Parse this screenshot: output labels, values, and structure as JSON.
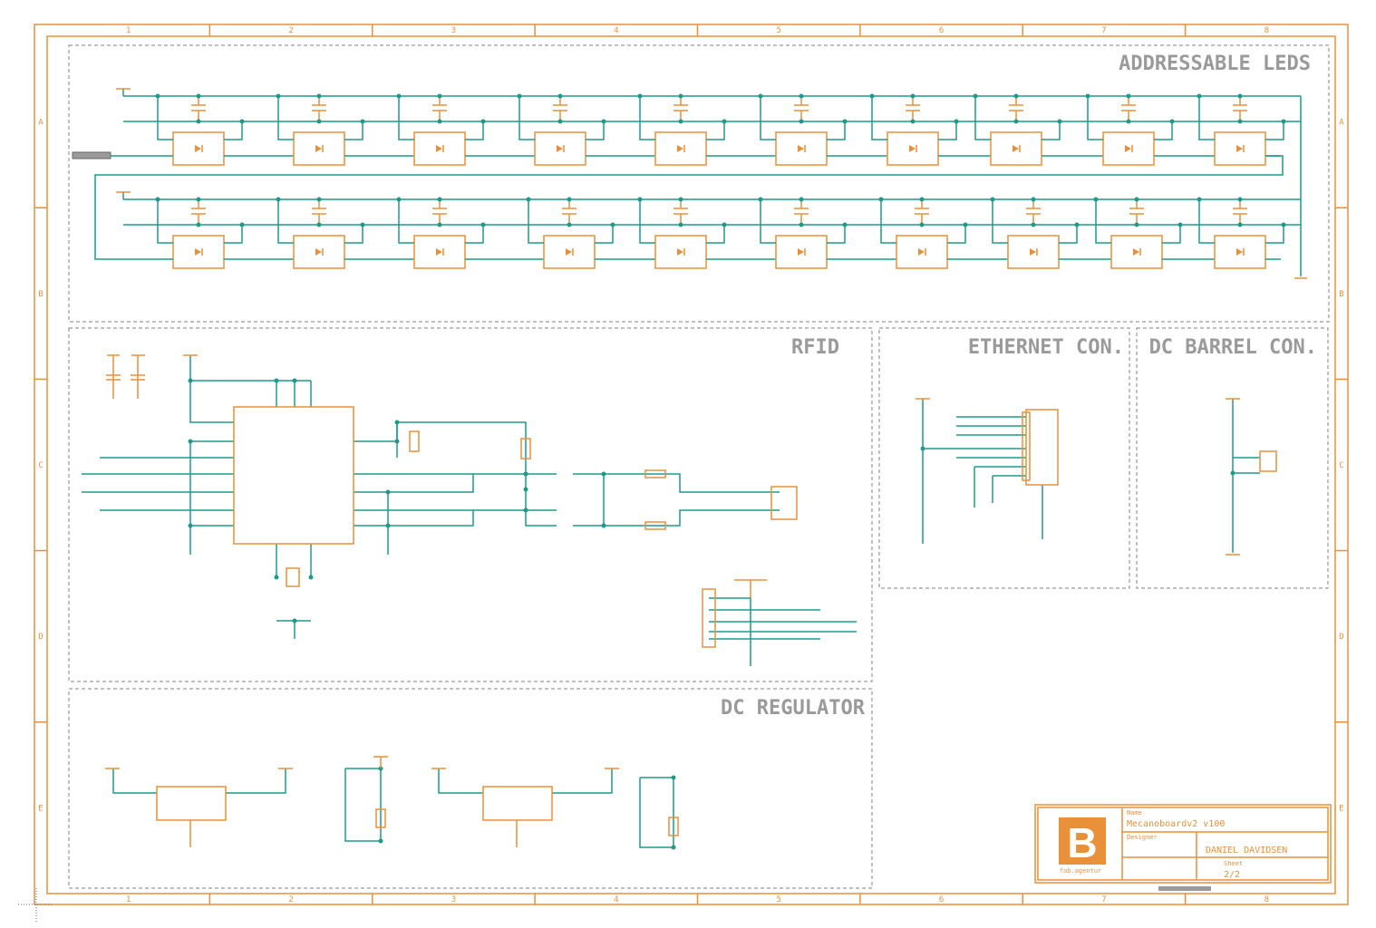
{
  "colors": {
    "frame": "#e8913a",
    "wire": "#1e9a8a",
    "title": "#9a9a9a",
    "border": "#9a9a9a"
  },
  "frame": {
    "columns": [
      "1",
      "2",
      "3",
      "4",
      "5",
      "6",
      "7",
      "8"
    ],
    "rows": [
      "A",
      "B",
      "C",
      "D",
      "E"
    ]
  },
  "sections": {
    "leds": "ADDRESSABLE LEDS",
    "rfid": "RFID",
    "ethernet": "ETHERNET CON.",
    "barrel": "DC BARREL CON.",
    "regulator": "DC REGULATOR"
  },
  "title_block": {
    "name_label": "Name",
    "project": "Mecanoboardv2 v100",
    "designer_label": "Designer",
    "designer": "DANIEL DAVIDSEN",
    "sheet_label": "Sheet",
    "sheet": "2/2",
    "logo_letter": "B",
    "logo_caption": "fab.agentur"
  }
}
